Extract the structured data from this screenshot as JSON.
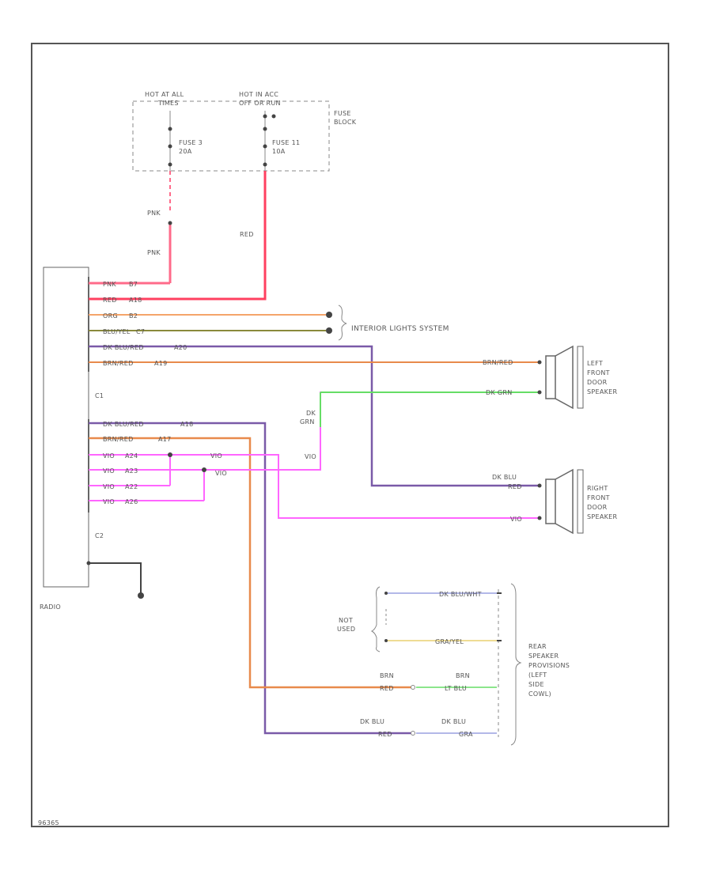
{
  "fuse_block": {
    "hot_all_1": "HOT AT ALL",
    "hot_all_2": "TIMES",
    "hot_acc_1": "HOT IN ACC",
    "hot_acc_2": "OFF OR RUN",
    "fuse3_name": "FUSE 3",
    "fuse3_rating": "20A",
    "fuse11_name": "FUSE 11",
    "fuse11_rating": "10A",
    "block_1": "FUSE",
    "block_2": "BLOCK"
  },
  "radio": {
    "label": "RADIO",
    "c1": "C1",
    "c2": "C2"
  },
  "wires": {
    "pnk_1": "PNK",
    "pnk_2": "PNK",
    "red": "RED",
    "c1_pnk": "PNK",
    "c1_pnk_pin": "B7",
    "c1_red": "RED",
    "c1_red_pin": "A18",
    "c1_org": "ORG",
    "c1_org_pin": "B2",
    "c1_blu": "BLU/YEL",
    "c1_blu_pin": "C7",
    "c1_dkblu": "DK BLU/RED",
    "c1_dkblu_pin": "A20",
    "c1_brn": "BRN/RED",
    "c1_brn_pin": "A19",
    "c2_dkblu": "DK BLU/RED",
    "c2_dkblu_pin": "A18",
    "c2_brn": "BRN/RED",
    "c2_brn_pin": "A17",
    "c2_vio1": "VIO",
    "c2_vio1_pin": "A24",
    "c2_vio2": "VIO",
    "c2_vio2_pin": "A23",
    "c2_vio3": "VIO",
    "c2_vio3_pin": "A22",
    "c2_vio4": "VIO",
    "c2_vio4_pin": "A26",
    "vio_a": "VIO",
    "vio_b": "VIO",
    "vio_c": "VIO",
    "dk_grn_1": "DK",
    "dk_grn_2": "GRN",
    "interior_lights": "INTERIOR LIGHTS SYSTEM",
    "lf_brn": "BRN/RED",
    "lf_grn": "DK GRN",
    "rf_blu_1": "DK BLU",
    "rf_blu_2": "RED",
    "rf_vio": "VIO"
  },
  "speakers": {
    "left_1": "LEFT",
    "left_2": "FRONT",
    "left_3": "DOOR",
    "left_4": "SPEAKER",
    "right_1": "RIGHT",
    "right_2": "FRONT",
    "right_3": "DOOR",
    "right_4": "SPEAKER"
  },
  "rear": {
    "not_used_1": "NOT",
    "not_used_2": "USED",
    "top_wire": "DK BLU/WHT",
    "mid_wire": "GRA/YEL",
    "brn_a1": "BRN",
    "brn_a2": "RED",
    "brn_b1": "BRN",
    "brn_b2": "LT BLU",
    "blu_a1": "DK BLU",
    "blu_a2": "RED",
    "blu_b1": "DK BLU",
    "blu_b2": "GRA",
    "prov_1": "REAR",
    "prov_2": "SPEAKER",
    "prov_3": "PROVISIONS",
    "prov_4": "(LEFT",
    "prov_5": "SIDE",
    "prov_6": "COWL)"
  },
  "footer": {
    "code": "96365"
  },
  "colors": {
    "pink": "#ff6b8a",
    "red": "#ff4060",
    "orange": "#f4a46a",
    "olive": "#8a8a3c",
    "purple": "#7a5aa8",
    "brown_red": "#e88a4c",
    "green": "#66dd66",
    "violet": "#ff66ff",
    "light_blue": "#9aa0e0",
    "yellow": "#e8d070"
  }
}
